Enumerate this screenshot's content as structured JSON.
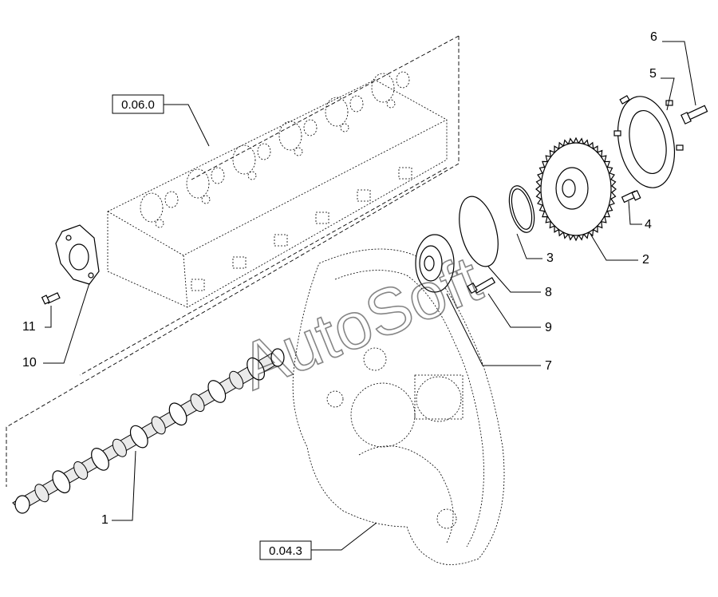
{
  "diagram": {
    "watermark": "AutoSoft",
    "reference_boxes": [
      {
        "id": "cylinder-head",
        "text": "0.06.0"
      },
      {
        "id": "timing-cover",
        "text": "0.04.3"
      }
    ],
    "part_labels": [
      "1",
      "2",
      "3",
      "4",
      "5",
      "6",
      "7",
      "8",
      "9",
      "10",
      "11"
    ]
  }
}
